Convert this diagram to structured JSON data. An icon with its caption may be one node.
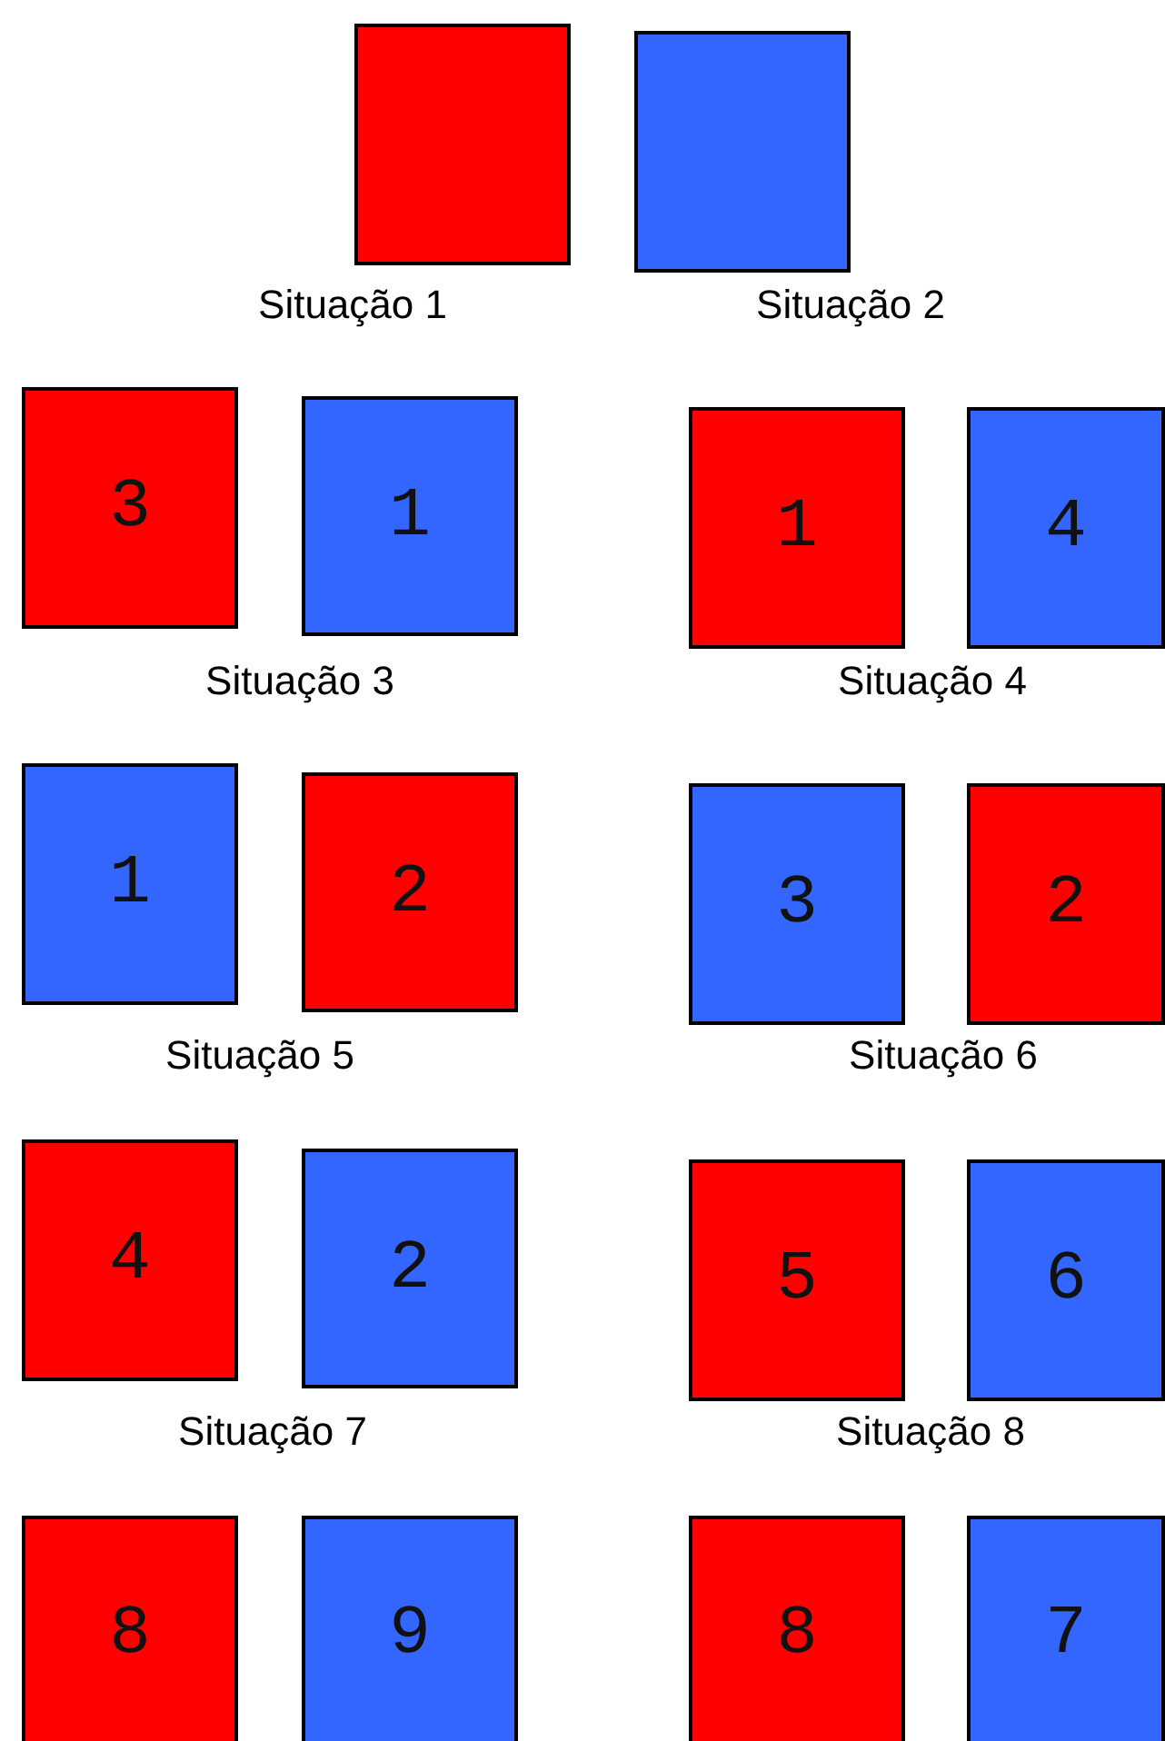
{
  "diagram": {
    "nodes": [
      {
        "text": [],
        "shape": "box"
      },
      {
        "text": [],
        "shape": "box"
      },
      {
        "text": [
          "3"
        ]
      },
      {
        "text": [
          "1"
        ]
      },
      {
        "text": [
          "1"
        ]
      },
      {
        "text": [
          "4"
        ]
      },
      {
        "text": [
          "1"
        ]
      },
      {
        "text": [
          "2"
        ]
      },
      {
        "text": [
          "3"
        ]
      },
      {
        "text": [
          "2"
        ]
      },
      {
        "text": [
          "4"
        ]
      },
      {
        "text": [
          "2"
        ]
      },
      {
        "text": [
          "5"
        ]
      },
      {
        "text": [
          "6"
        ]
      },
      {
        "text": [
          "8"
        ]
      },
      {
        "text": [
          "9"
        ]
      },
      {
        "text": [
          "8"
        ]
      },
      {
        "text": [
          "7"
        ]
      }
    ],
    "labels": [
      "Situação 1",
      "Situação 2",
      "Situação 3",
      "Situação 4",
      "Situação 5",
      "Situação 6",
      "Situação 7",
      "Situação 8"
    ]
  }
}
